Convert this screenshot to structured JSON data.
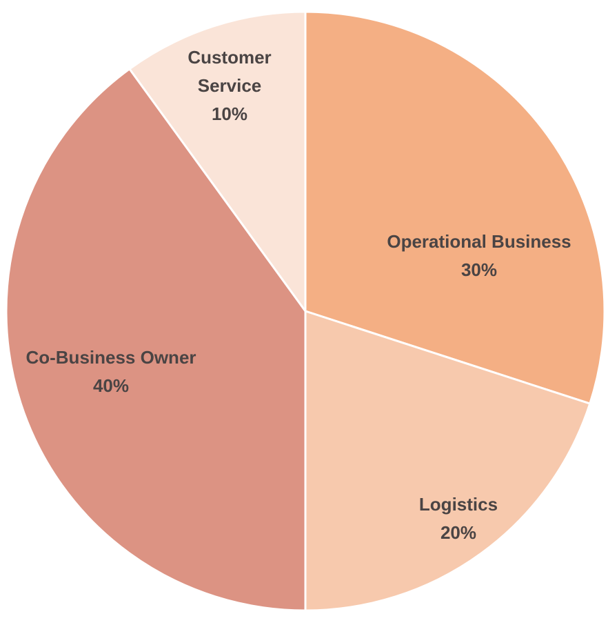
{
  "chart_data": {
    "type": "pie",
    "slices": [
      {
        "label_lines": [
          "Operational Business"
        ],
        "percent_text": "30%",
        "value": 30,
        "color": "#f4af84"
      },
      {
        "label_lines": [
          "Logistics"
        ],
        "percent_text": "20%",
        "value": 20,
        "color": "#f7c9ad"
      },
      {
        "label_lines": [
          "Co-Business Owner"
        ],
        "percent_text": "40%",
        "value": 40,
        "color": "#dc9383"
      },
      {
        "label_lines": [
          "Customer",
          "Service"
        ],
        "percent_text": "10%",
        "value": 10,
        "color": "#fae4d8"
      }
    ]
  }
}
